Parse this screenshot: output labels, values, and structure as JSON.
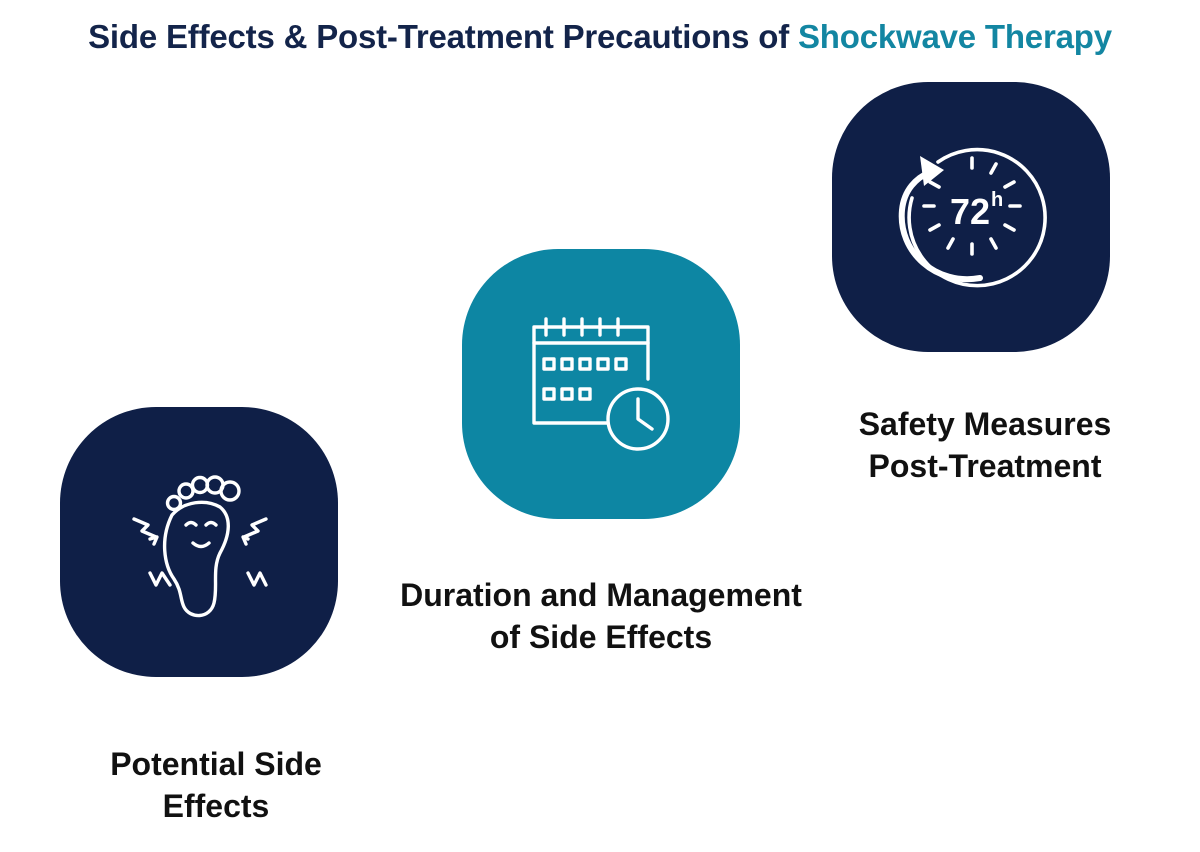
{
  "title": {
    "main": "Side Effects & Post-Treatment Precautions of ",
    "accent": "Shockwave Therapy"
  },
  "colors": {
    "navy": "#0f1f47",
    "teal": "#0d86a3",
    "accent_text": "#1386a2",
    "title_text": "#13244a",
    "label_text": "#111111",
    "icon": "#ffffff"
  },
  "steps": [
    {
      "label_line1": "Potential Side",
      "label_line2": "Effects",
      "icon": "foot-pain-icon"
    },
    {
      "label_line1": "Duration and Management",
      "label_line2": "of Side Effects",
      "icon": "calendar-clock-icon"
    },
    {
      "label_line1": "Safety Measures",
      "label_line2": "Post-Treatment",
      "icon": "timer-72h-icon",
      "icon_text": "72",
      "icon_superscript": "h"
    }
  ]
}
